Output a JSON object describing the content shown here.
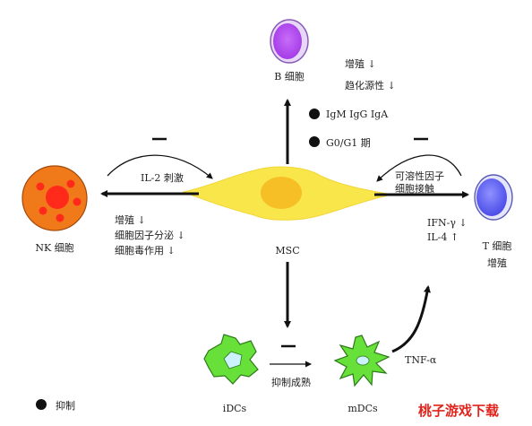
{
  "cells": {
    "b_cell": {
      "label": "B 细胞"
    },
    "nk_cell": {
      "label": "NK 细胞"
    },
    "msc": {
      "label": "MSC"
    },
    "t_cell": {
      "label_line1": "T 细胞",
      "label_line2": "增殖"
    },
    "idc": {
      "label": "iDCs"
    },
    "mdc": {
      "label": "mDCs"
    }
  },
  "b_effects": [
    "增殖 ↓",
    "趋化源性 ↓"
  ],
  "immunoglobulins": [
    "IgM IgG IgA",
    "G0/G1 期"
  ],
  "nk_arrow_label": "IL-2 刺激",
  "nk_effects": [
    "增殖 ↓",
    "细胞因子分泌 ↓",
    "细胞毒作用 ↓"
  ],
  "t_arrow_label": [
    "可溶性因子",
    "细胞接触"
  ],
  "t_effects": [
    "IFN-γ ↓",
    "IL-4 ↑"
  ],
  "dc_arrow_label": "抑制成熟",
  "tnf_label": "TNF-α",
  "legend": {
    "label": "抑制"
  },
  "watermark": "桃子游戏下载",
  "colors": {
    "b_cell_fill": "#b44cf0",
    "b_cell_ring": "#e8d8f8",
    "nk_cell_fill": "#f07a1a",
    "nk_nucleus": "#ff2a1a",
    "t_cell_fill": "#6a6cf2",
    "msc_fill": "#f8e64a",
    "msc_nucleus": "#f4b71e",
    "dc_fill": "#68e03a",
    "watermark": "#e0241c"
  }
}
